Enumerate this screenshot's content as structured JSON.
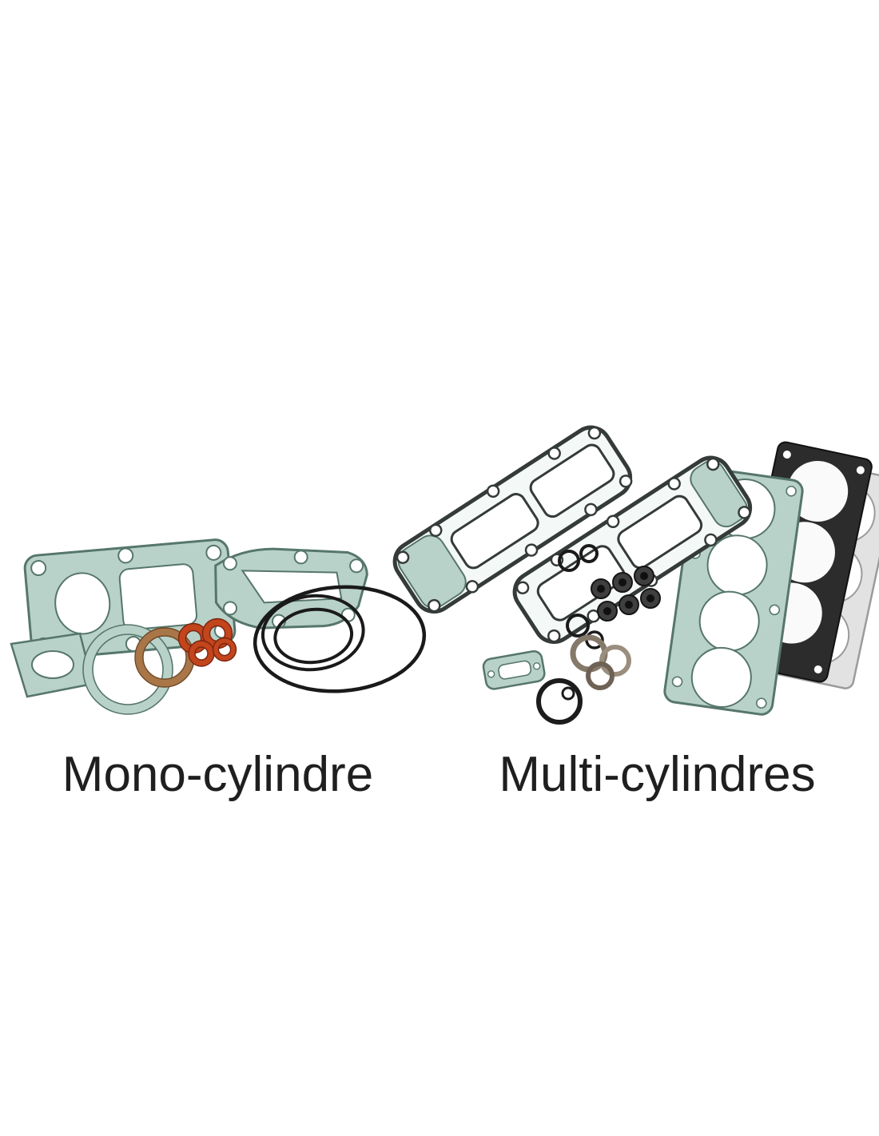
{
  "image": {
    "background": "#ffffff",
    "caption_left": "Mono-cylindre",
    "caption_right": "Multi-cylindres"
  },
  "labels": {
    "left": "Mono-cylindre",
    "right": "Multi-cylindres"
  },
  "colors": {
    "gasket_paper_teal": "#b9d2c9",
    "gasket_paper_teal_light": "#cfe3dd",
    "gasket_outline": "#56766c",
    "dark_outline": "#343b38",
    "copper_ring": "#a97648",
    "copper_edge": "#6f4a28",
    "rubber_orange": "#c2451c",
    "rubber_orange_edge": "#7c2410",
    "rubber_black": "#1a1a1a",
    "metal_dark": "#2c2c2c",
    "metal_gray": "#e2e2e2",
    "text": "#1f1f1f"
  }
}
